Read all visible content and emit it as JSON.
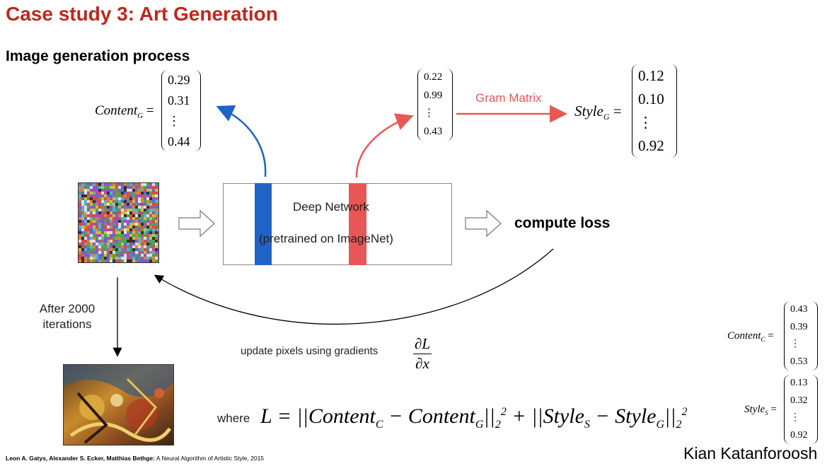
{
  "slide": {
    "title": "Case study 3: Art Generation",
    "subtitle": "Image generation process"
  },
  "content_g": {
    "label_main": "Content",
    "label_sub": "G",
    "values": [
      "0.29",
      "0.31",
      "⋮",
      "0.44"
    ]
  },
  "style_activation": {
    "values": [
      "0.22",
      "0.99",
      "⋮",
      "0.43"
    ]
  },
  "gram": {
    "label": "Gram Matrix"
  },
  "style_g": {
    "label_main": "Style",
    "label_sub": "G",
    "values": [
      "0.12",
      "0.10",
      "⋮",
      "0.92"
    ]
  },
  "network": {
    "line1": "Deep Network",
    "line2": "(pretrained on ImageNet)"
  },
  "loss": {
    "compute_label": "compute loss",
    "update_label": "update pixels using gradients",
    "grad_num": "∂L",
    "grad_den": "∂x"
  },
  "iterations": {
    "label": "After 2000 iterations"
  },
  "content_c": {
    "label_main": "Content",
    "label_sub": "C",
    "values": [
      "0.43",
      "0.39",
      "⋮",
      "0.53"
    ]
  },
  "style_s": {
    "label_main": "Style",
    "label_sub": "S",
    "values": [
      "0.13",
      "0.32",
      "⋮",
      "0.92"
    ]
  },
  "equation": {
    "where": "where"
  },
  "footer": {
    "citation_authors": "Leon A. Gatys, Alexander S. Ecker, Matthias Bethge:",
    "citation_rest": " A Neural Algorithm of Artistic Style, 2015",
    "author": "Kian Katanforoosh"
  },
  "colors": {
    "title": "#c0281c",
    "blue_layer": "#1f63c6",
    "red_layer": "#e85755"
  }
}
